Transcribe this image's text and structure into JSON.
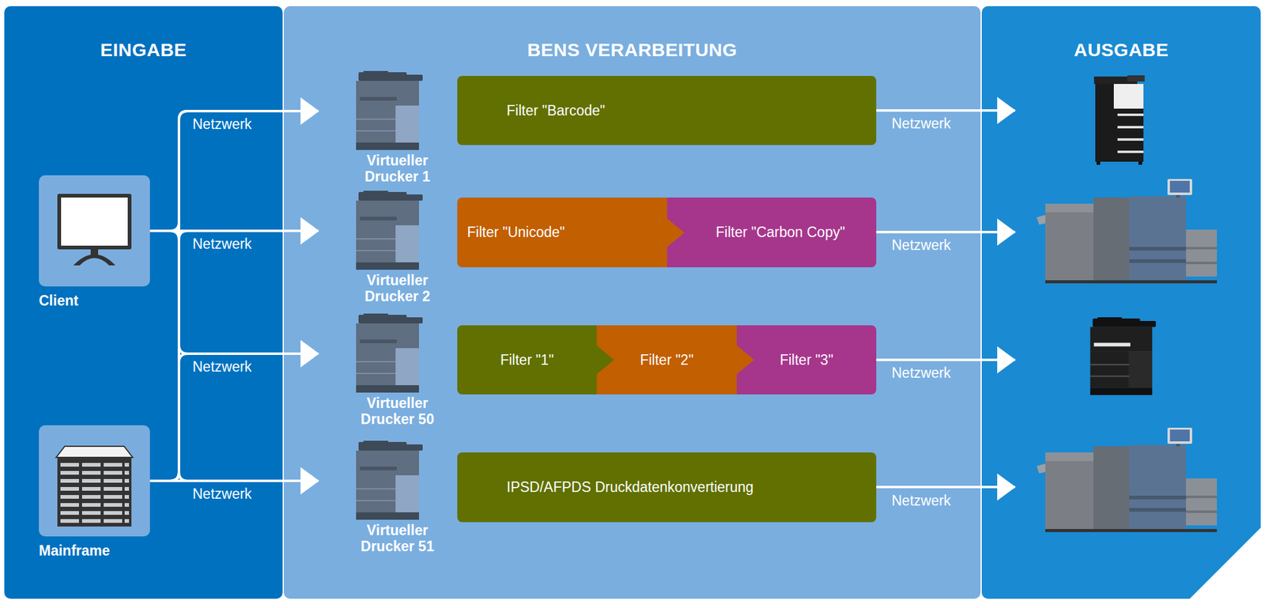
{
  "diagram": {
    "nodes": [
      {
        "text": [
          "EINGABE"
        ]
      },
      {
        "text": [
          "Client"
        ],
        "in": 0
      },
      {
        "text": [
          "Mainframe"
        ],
        "in": 0
      },
      {
        "text": [
          "BENS VERARBEITUNG"
        ]
      },
      {
        "text": [
          "Virtueller Drucker 1"
        ],
        "in": 3
      },
      {
        "text": [
          "Filter \"Barcode\""
        ],
        "in": 3
      },
      {
        "text": [
          "Virtueller Drucker 2"
        ],
        "in": 3
      },
      {
        "text": [
          "Filter \"Unicode\""
        ],
        "in": 3
      },
      {
        "text": [
          "Filter \"Carbon Copy\""
        ],
        "in": 3
      },
      {
        "text": [
          "Virtueller Drucker 50"
        ],
        "in": 3
      },
      {
        "text": [
          "Filter \"1\""
        ],
        "in": 3
      },
      {
        "text": [
          "Filter \"2\""
        ],
        "in": 3
      },
      {
        "text": [
          "Filter \"3\""
        ],
        "in": 3
      },
      {
        "text": [
          "Virtueller Drucker 51"
        ],
        "in": 3
      },
      {
        "text": [
          "IPSD/AFPDS Druckdatenkonvertierung"
        ],
        "in": 3
      },
      {
        "text": [
          "AUSGABE"
        ]
      }
    ],
    "edges": [
      {
        "from": 1,
        "to": 4,
        "arrow": "to",
        "label": "Netzwerk"
      },
      {
        "from": 1,
        "to": 6,
        "arrow": "to",
        "label": "Netzwerk"
      },
      {
        "from": 1,
        "to": 9,
        "arrow": "to",
        "label": "Netzwerk"
      },
      {
        "from": 1,
        "to": 13,
        "arrow": "to"
      },
      {
        "from": 2,
        "to": 4,
        "arrow": "to"
      },
      {
        "from": 2,
        "to": 6,
        "arrow": "to"
      },
      {
        "from": 2,
        "to": 9,
        "arrow": "to"
      },
      {
        "from": 2,
        "to": 13,
        "arrow": "to",
        "label": "Netzwerk"
      }
    ],
    "labels": [
      "Netzwerk",
      "Netzwerk",
      "Netzwerk",
      "Netzwerk"
    ]
  }
}
